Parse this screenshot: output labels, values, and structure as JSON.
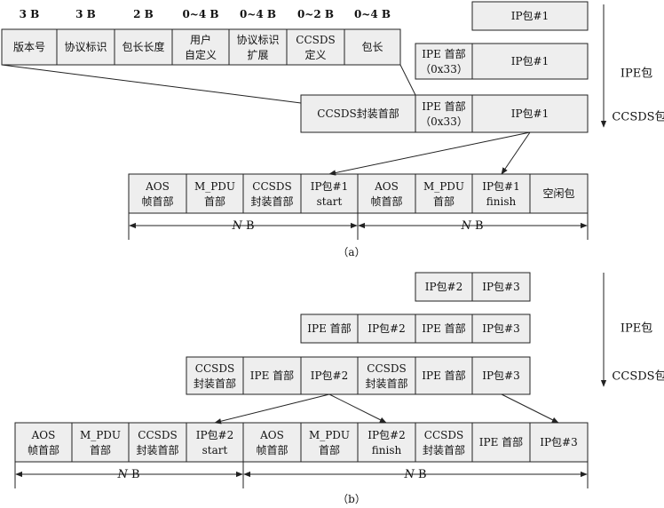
{
  "sizes": [
    "3 B",
    "3 B",
    "2 B",
    "0~4 B",
    "0~4 B",
    "0~2 B",
    "0~4 B"
  ],
  "header_fields": [
    [
      "版本号"
    ],
    [
      "协议标识"
    ],
    [
      "包长长度"
    ],
    [
      "用户",
      "自定义"
    ],
    [
      "协议标识",
      "扩展"
    ],
    [
      "CCSDS",
      "定义"
    ],
    [
      "包长"
    ]
  ],
  "side_labels": {
    "ipe": "IPE包",
    "ccsds": "CCSDS包"
  },
  "n_label": {
    "italic": "N",
    "unit": " B"
  },
  "captions": {
    "a": "（a）",
    "b": "（b）"
  },
  "part_a": {
    "row1": [
      [
        "IP包#1"
      ]
    ],
    "row2": [
      [
        "IPE 首部",
        "（0x33）"
      ],
      [
        "IP包#1"
      ]
    ],
    "row3": [
      [
        "CCSDS封装首部"
      ],
      [
        "IPE 首部",
        "（0x33）"
      ],
      [
        "IP包#1"
      ]
    ],
    "frames": [
      [
        "AOS",
        "帧首部"
      ],
      [
        "M_PDU",
        "首部"
      ],
      [
        "CCSDS",
        "封装首部"
      ],
      [
        "IP包#1",
        "start"
      ],
      [
        "AOS",
        "帧首部"
      ],
      [
        "M_PDU",
        "首部"
      ],
      [
        "IP包#1",
        "finish"
      ],
      [
        "空闲包"
      ]
    ]
  },
  "part_b": {
    "row1": [
      [
        "IP包#2"
      ],
      [
        "IP包#3"
      ]
    ],
    "row2": [
      [
        "IPE 首部"
      ],
      [
        "IP包#2"
      ],
      [
        "IPE 首部"
      ],
      [
        "IP包#3"
      ]
    ],
    "row3": [
      [
        "CCSDS",
        "封装首部"
      ],
      [
        "IPE 首部"
      ],
      [
        "IP包#2"
      ],
      [
        "CCSDS",
        "封装首部"
      ],
      [
        "IPE 首部"
      ],
      [
        "IP包#3"
      ]
    ],
    "frames": [
      [
        "AOS",
        "帧首部"
      ],
      [
        "M_PDU",
        "首部"
      ],
      [
        "CCSDS",
        "封装首部"
      ],
      [
        "IP包#2",
        "start"
      ],
      [
        "AOS",
        "帧首部"
      ],
      [
        "M_PDU",
        "首部"
      ],
      [
        "IP包#2",
        "finish"
      ],
      [
        "CCSDS",
        "封装首部"
      ],
      [
        "IPE 首部"
      ],
      [
        "IP包#3"
      ]
    ]
  }
}
